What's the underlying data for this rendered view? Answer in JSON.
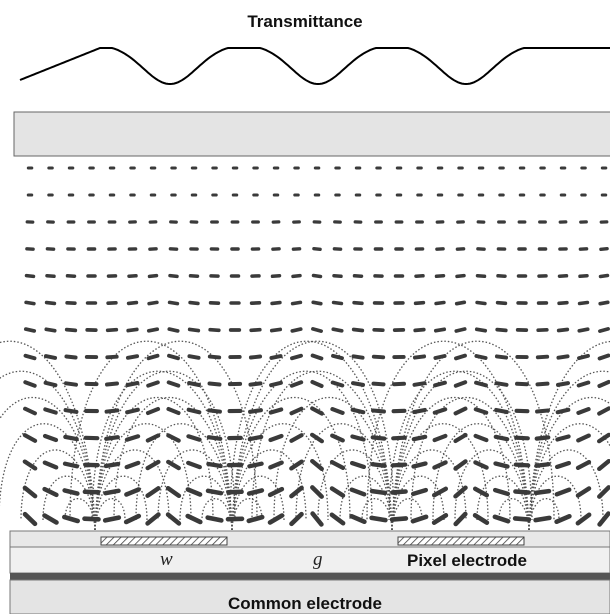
{
  "diagram": {
    "title": "Transmittance",
    "labels": {
      "electrode_width": "w",
      "electrode_gap": "g",
      "pixel_electrode": "Pixel electrode",
      "common_electrode": "Common electrode"
    },
    "colors": {
      "substrate_fill": "#e4e4e4",
      "substrate_stroke": "#666666",
      "molecule": "#3a3a3a",
      "field_line": "#555555",
      "curve": "#000000",
      "common_electrode_bar": "#555555"
    }
  }
}
